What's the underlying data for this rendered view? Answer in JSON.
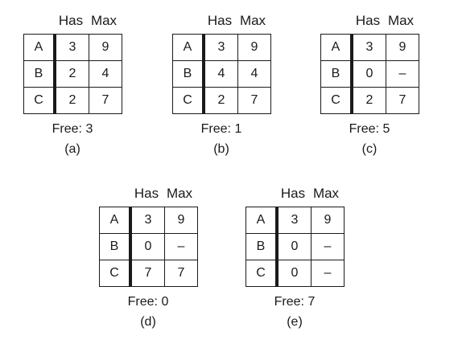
{
  "headers": {
    "has": "Has",
    "max": "Max"
  },
  "panels": [
    {
      "id": "a",
      "caption": "(a)",
      "free": "Free: 3",
      "rows": [
        {
          "name": "A",
          "has": "3",
          "max": "9"
        },
        {
          "name": "B",
          "has": "2",
          "max": "4"
        },
        {
          "name": "C",
          "has": "2",
          "max": "7"
        }
      ]
    },
    {
      "id": "b",
      "caption": "(b)",
      "free": "Free: 1",
      "rows": [
        {
          "name": "A",
          "has": "3",
          "max": "9"
        },
        {
          "name": "B",
          "has": "4",
          "max": "4"
        },
        {
          "name": "C",
          "has": "2",
          "max": "7"
        }
      ]
    },
    {
      "id": "c",
      "caption": "(c)",
      "free": "Free: 5",
      "rows": [
        {
          "name": "A",
          "has": "3",
          "max": "9"
        },
        {
          "name": "B",
          "has": "0",
          "max": "–"
        },
        {
          "name": "C",
          "has": "2",
          "max": "7"
        }
      ]
    },
    {
      "id": "d",
      "caption": "(d)",
      "free": "Free: 0",
      "rows": [
        {
          "name": "A",
          "has": "3",
          "max": "9"
        },
        {
          "name": "B",
          "has": "0",
          "max": "–"
        },
        {
          "name": "C",
          "has": "7",
          "max": "7"
        }
      ]
    },
    {
      "id": "e",
      "caption": "(e)",
      "free": "Free: 7",
      "rows": [
        {
          "name": "A",
          "has": "3",
          "max": "9"
        },
        {
          "name": "B",
          "has": "0",
          "max": "–"
        },
        {
          "name": "C",
          "has": "0",
          "max": "–"
        }
      ]
    }
  ]
}
